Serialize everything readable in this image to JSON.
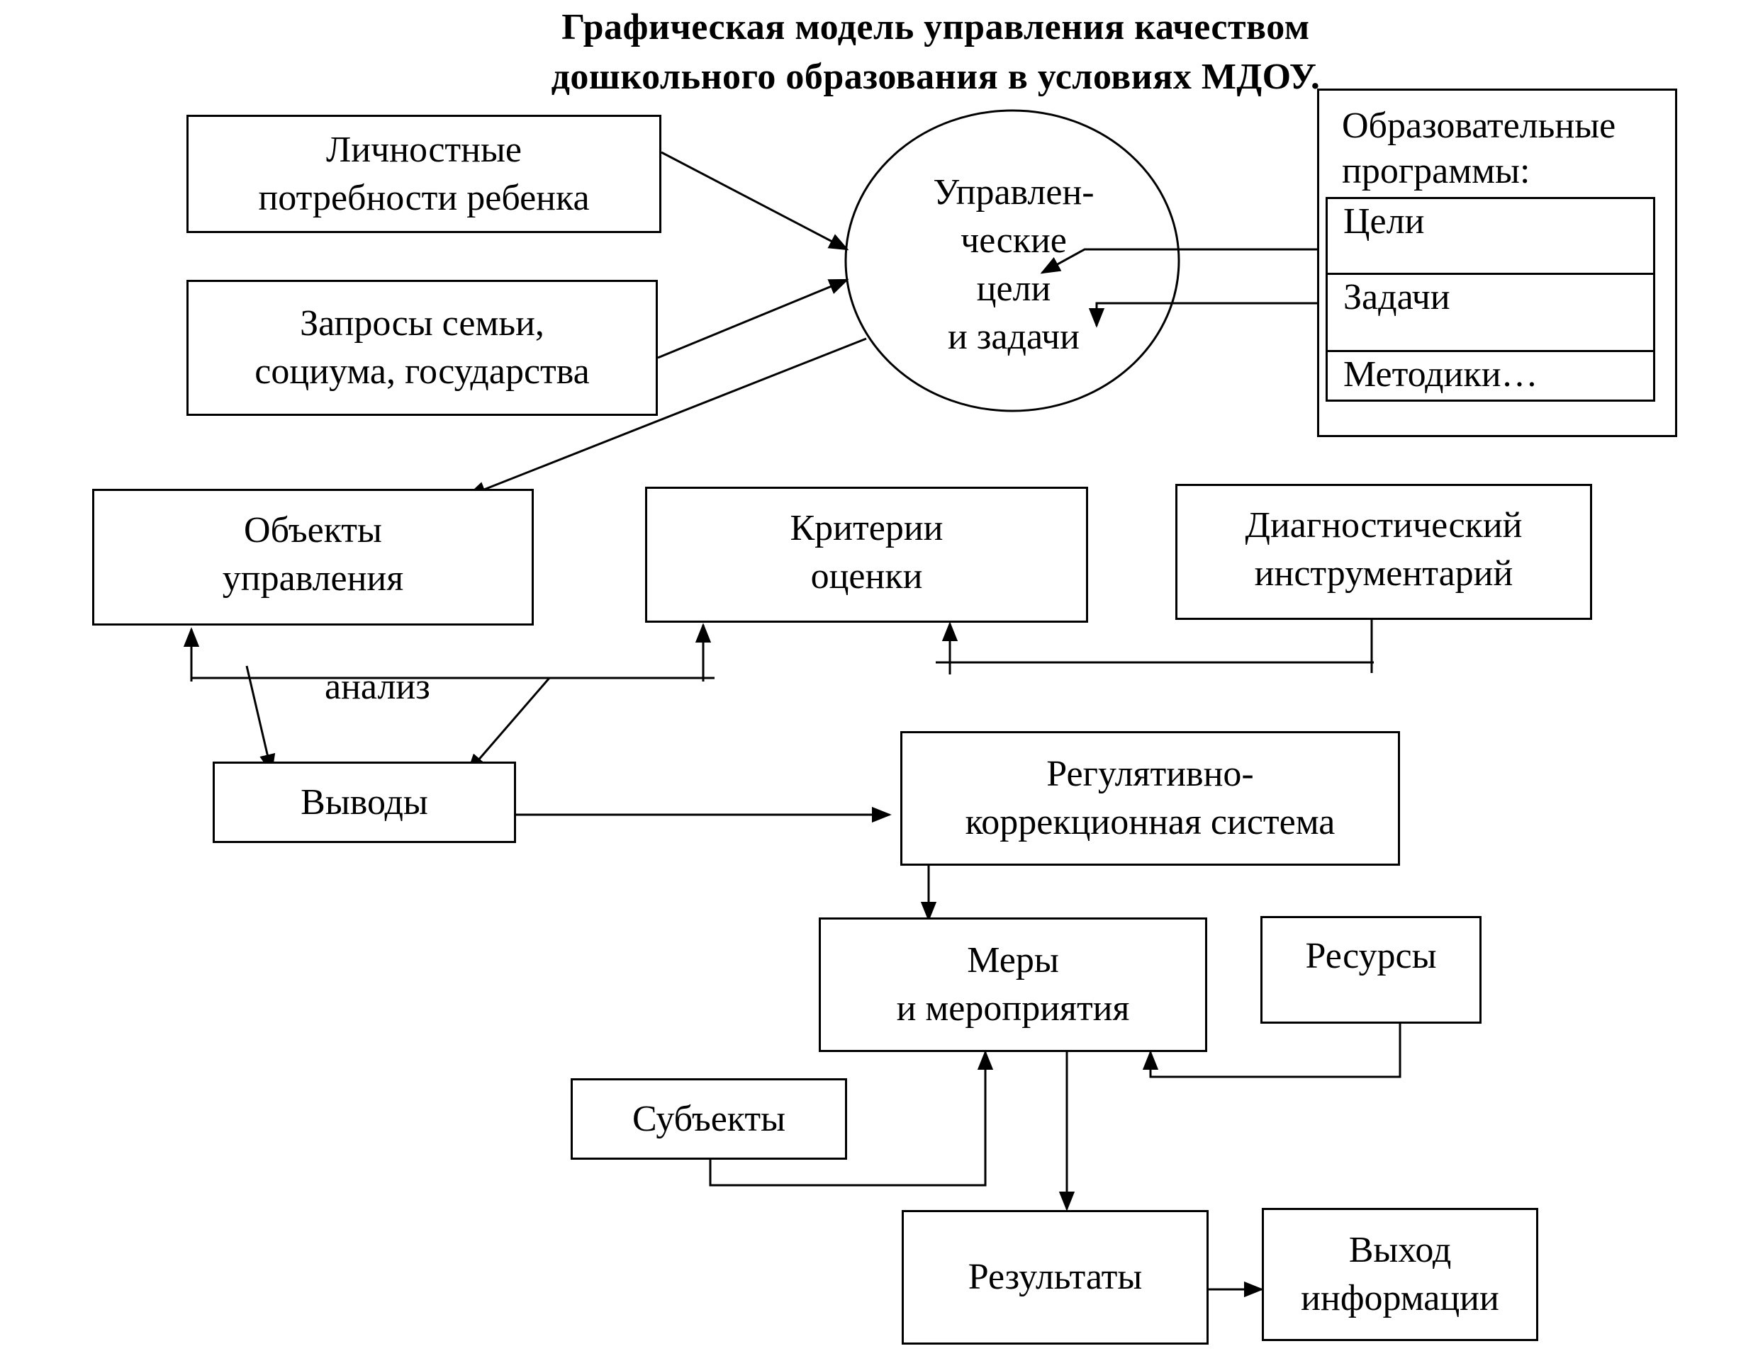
{
  "title": {
    "line1": "Графическая модель управления качеством",
    "line2": "дошкольного образования в условиях МДОУ."
  },
  "nodes": {
    "personal_needs": "Личностные\nпотребности ребенка",
    "requests": "Запросы семьи,\nсоциума, государства",
    "goals": "Управлен-\nческие\nцели\nи   задачи",
    "programs_title": "Образовательные\nпрограммы:",
    "programs_items": [
      "Цели",
      "Задачи",
      "Методики…"
    ],
    "objects": "Объекты\nуправления",
    "criteria": "Критерии\nоценки",
    "diagnostic": "Диагностический\nинструментарий",
    "analysis": "анализ",
    "conclusions": "Выводы",
    "regulative": "Регулятивно-\nкоррекционная система",
    "measures": "Меры\nи мероприятия",
    "resources": "Ресурсы",
    "subjects": "Субъекты",
    "results": "Результаты",
    "output": "Выход\nинформации"
  }
}
